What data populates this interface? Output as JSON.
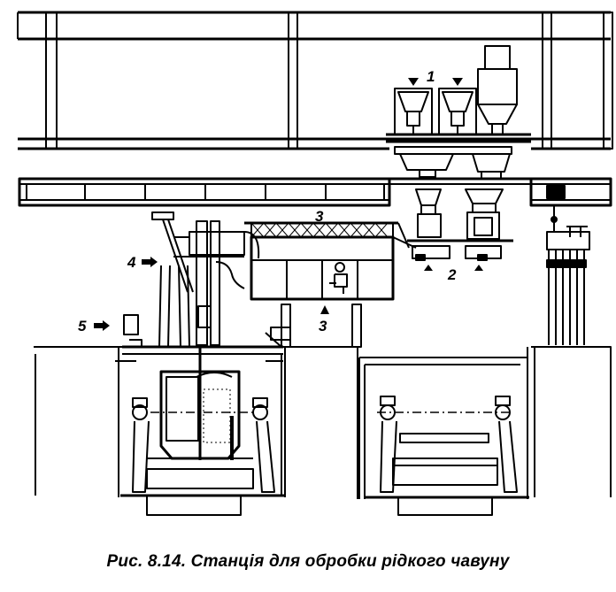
{
  "caption": "Рис. 8.14. Станція для обробки рідкого чавуну",
  "labels": {
    "l1": "1",
    "l2": "2",
    "l3_top": "3",
    "l3_bottom": "3",
    "l4": "4",
    "l5": "5"
  },
  "colors": {
    "ink": "#000000",
    "paper": "#ffffff"
  }
}
